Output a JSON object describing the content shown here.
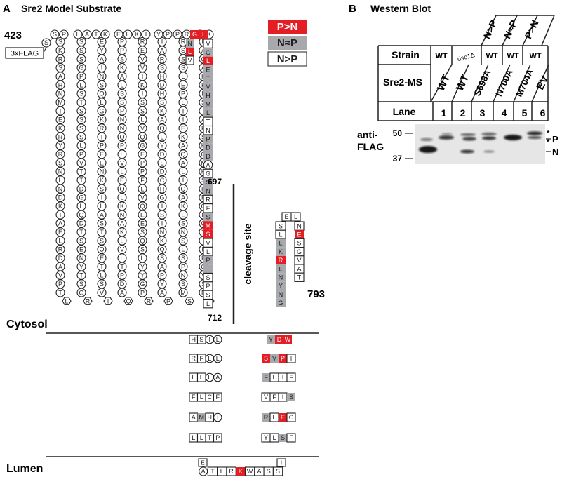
{
  "panel_a": {
    "letter": "A",
    "title": "Sre2 Model Substrate",
    "start_residue": "423",
    "tag": "3xFLAG",
    "residue_697": "697",
    "residue_712": "712",
    "residue_793": "793",
    "cleavage_label": "cleavage site",
    "cytosol_label": "Cytosol",
    "lumen_label": "Lumen",
    "legend": [
      {
        "label": "P>N",
        "color": "#e31e24",
        "text_color": "#ffffff"
      },
      {
        "label": "N≈P",
        "color": "#a7a9ac",
        "text_color": "#231f20"
      },
      {
        "label": "N>P",
        "color": "#ffffff",
        "text_color": "#231f20"
      }
    ],
    "colors": {
      "red": "#e31e24",
      "gray": "#a7a9ac"
    },
    "columns": [
      {
        "top": "SP",
        "residues": [
          "S",
          "K",
          "R",
          "S",
          "A",
          "H",
          "N",
          "M",
          "I",
          "E",
          "K",
          "R",
          "Y",
          "R",
          "S",
          "N",
          "L",
          "N",
          "D",
          "K",
          "I",
          "A",
          "E",
          "L",
          "R",
          "D",
          "A",
          "V",
          "P",
          "T"
        ],
        "bottom": "L"
      },
      {
        "top": "LA",
        "residues": [
          "S",
          "S",
          "S",
          "G",
          "P",
          "L",
          "S",
          "T",
          "S",
          "S",
          "S",
          "S",
          "L",
          "P",
          "V",
          "T",
          "T",
          "D",
          "G",
          "L",
          "Q",
          "D",
          "T",
          "S",
          "E",
          "N",
          "Y",
          "T",
          "S",
          "G"
        ],
        "bottom": "R"
      },
      {
        "top": "TK",
        "residues": [
          "E",
          "Y",
          "A",
          "I",
          "N",
          "S",
          "Q",
          "L",
          "G",
          "K",
          "R",
          "I",
          "P",
          "E",
          "E",
          "N",
          "K",
          "S",
          "I",
          "L",
          "A",
          "S",
          "T",
          "S",
          "Q",
          "E",
          "T",
          "L",
          "S",
          "V"
        ],
        "bottom": "I"
      },
      {
        "top": "EL",
        "residues": [
          "P",
          "P",
          "S",
          "K",
          "A",
          "L",
          "S",
          "S",
          "P",
          "N",
          "N",
          "Q",
          "P",
          "L",
          "V",
          "L",
          "E",
          "Q",
          "L",
          "K",
          "N",
          "A",
          "K",
          "L",
          "V",
          "L",
          "T",
          "P",
          "D",
          "A"
        ],
        "bottom": "Q"
      },
      {
        "top": "KI",
        "residues": [
          "R",
          "E",
          "V",
          "V",
          "I",
          "K",
          "I",
          "S",
          "S",
          "L",
          "V",
          "Q",
          "G",
          "E",
          "P",
          "P",
          "F",
          "L",
          "V",
          "Q",
          "E",
          "E",
          "S",
          "Q",
          "S",
          "L",
          "Y",
          "Y",
          "G",
          "P"
        ],
        "bottom": "R"
      },
      {
        "top": "YP",
        "residues": [
          "I",
          "A",
          "R",
          "S",
          "H",
          "D",
          "H",
          "S",
          "K",
          "A",
          "Q",
          "L",
          "Y",
          "D",
          "L",
          "D",
          "C",
          "H",
          "G",
          "I",
          "S",
          "I",
          "N",
          "K",
          "Q",
          "S",
          "A",
          "P",
          "Y",
          "A"
        ],
        "bottom": "P"
      },
      {
        "top": "PR",
        "residues": [
          "R",
          "S",
          "S",
          "S",
          "L",
          "E",
          "P",
          "L",
          "T",
          "I",
          "E",
          "K",
          "A",
          "Q",
          "A",
          "L",
          "I",
          "Q",
          "A",
          "K",
          "L",
          "S",
          "N",
          "S",
          "L",
          "S",
          "P",
          "N",
          "S",
          "M"
        ],
        "bottom": "S"
      },
      {
        "top": "LK",
        "residues": [
          "L",
          "A",
          "Q",
          "A",
          "K",
          "K",
          "L",
          "S",
          "T",
          "A",
          "P",
          "S",
          "H",
          "Q",
          "M",
          "H",
          "S",
          "K",
          "P",
          "G",
          "L",
          "Q",
          "Y",
          "I",
          "L",
          "P",
          "Q",
          "V",
          "S",
          "P"
        ],
        "bottom": "P"
      }
    ],
    "segment_list": [
      {
        "aa": "G",
        "c": "red"
      },
      {
        "aa": "L",
        "c": "red"
      },
      {
        "aa": "N",
        "c": "gray"
      },
      {
        "aa": "L",
        "c": "red"
      },
      {
        "aa": "V",
        "c": "white"
      },
      {
        "aa": "V",
        "c": "white"
      },
      {
        "aa": "G",
        "c": "gray"
      },
      {
        "aa": "L",
        "c": "red"
      },
      {
        "aa": "E",
        "c": "gray"
      },
      {
        "aa": "T",
        "c": "gray"
      },
      {
        "aa": "V",
        "c": "gray"
      },
      {
        "aa": "H",
        "c": "gray"
      },
      {
        "aa": "M",
        "c": "gray"
      },
      {
        "aa": "L",
        "c": "gray"
      },
      {
        "aa": "T",
        "c": "white"
      },
      {
        "aa": "N",
        "c": "white"
      },
      {
        "aa": "P",
        "c": "gray"
      },
      {
        "aa": "D",
        "c": "gray"
      },
      {
        "aa": "D",
        "c": "gray"
      },
      {
        "aa": "A",
        "c": "white"
      },
      {
        "aa": "G",
        "c": "white"
      },
      {
        "aa": "S",
        "c": "gray"
      },
      {
        "aa": "N",
        "c": "gray"
      },
      {
        "aa": "R",
        "c": "white"
      },
      {
        "aa": "F",
        "c": "white"
      },
      {
        "aa": "S",
        "c": "gray"
      },
      {
        "aa": "M",
        "c": "red"
      },
      {
        "aa": "S",
        "c": "red"
      },
      {
        "aa": "V",
        "c": "white"
      },
      {
        "aa": "L",
        "c": "white"
      },
      {
        "aa": "P",
        "c": "gray"
      },
      {
        "aa": "I",
        "c": "gray"
      },
      {
        "aa": "S",
        "c": "white"
      },
      {
        "aa": "P",
        "c": "white"
      },
      {
        "aa": "S",
        "c": "white"
      },
      {
        "aa": "L",
        "c": "white"
      }
    ],
    "right_loop": {
      "top": [
        {
          "aa": "E",
          "c": "white"
        },
        {
          "aa": "L",
          "c": "white"
        }
      ],
      "left": [
        {
          "aa": "S",
          "c": "white"
        },
        {
          "aa": "L",
          "c": "white"
        },
        {
          "aa": "L",
          "c": "gray"
        },
        {
          "aa": "K",
          "c": "gray"
        },
        {
          "aa": "R",
          "c": "red"
        },
        {
          "aa": "L",
          "c": "gray"
        },
        {
          "aa": "N",
          "c": "gray"
        },
        {
          "aa": "Y",
          "c": "gray"
        },
        {
          "aa": "N",
          "c": "gray"
        },
        {
          "aa": "G",
          "c": "gray"
        }
      ],
      "right": [
        {
          "aa": "N",
          "c": "white"
        },
        {
          "aa": "E",
          "c": "red"
        },
        {
          "aa": "S",
          "c": "white"
        },
        {
          "aa": "G",
          "c": "white"
        },
        {
          "aa": "V",
          "c": "white"
        },
        {
          "aa": "A",
          "c": "white"
        },
        {
          "aa": "T",
          "c": "white"
        }
      ]
    },
    "tm_left": [
      [
        {
          "aa": "H",
          "c": "white"
        },
        {
          "aa": "S",
          "c": "white"
        },
        {
          "aa": "I",
          "c": "white"
        },
        {
          "aa": "L",
          "c": "white"
        }
      ],
      [
        {
          "aa": "R",
          "c": "white"
        },
        {
          "aa": "F",
          "c": "white"
        },
        {
          "aa": "L",
          "c": "white"
        },
        {
          "aa": "L",
          "c": "white"
        }
      ],
      [
        {
          "aa": "L",
          "c": "white"
        },
        {
          "aa": "L",
          "c": "white"
        },
        {
          "aa": "L",
          "c": "white"
        },
        {
          "aa": "A",
          "c": "white"
        }
      ],
      [
        {
          "aa": "F",
          "c": "white"
        },
        {
          "aa": "L",
          "c": "white"
        },
        {
          "aa": "C",
          "c": "white"
        },
        {
          "aa": "F",
          "c": "white"
        }
      ],
      [
        {
          "aa": "A",
          "c": "white"
        },
        {
          "aa": "M",
          "c": "gray"
        },
        {
          "aa": "H",
          "c": "white"
        },
        {
          "aa": "I",
          "c": "white"
        }
      ],
      [
        {
          "aa": "L",
          "c": "white"
        },
        {
          "aa": "L",
          "c": "white"
        },
        {
          "aa": "T",
          "c": "white"
        },
        {
          "aa": "P",
          "c": "white"
        }
      ]
    ],
    "tm_right": [
      [
        {
          "aa": "Y",
          "c": "gray"
        },
        {
          "aa": "D",
          "c": "red"
        },
        {
          "aa": "W",
          "c": "red"
        }
      ],
      [
        {
          "aa": "S",
          "c": "red"
        },
        {
          "aa": "V",
          "c": "gray"
        },
        {
          "aa": "P",
          "c": "red"
        },
        {
          "aa": "I",
          "c": "white"
        }
      ],
      [
        {
          "aa": "F",
          "c": "gray"
        },
        {
          "aa": "L",
          "c": "white"
        },
        {
          "aa": "I",
          "c": "white"
        },
        {
          "aa": "F",
          "c": "white"
        }
      ],
      [
        {
          "aa": "V",
          "c": "white"
        },
        {
          "aa": "F",
          "c": "white"
        },
        {
          "aa": "I",
          "c": "white"
        },
        {
          "aa": "S",
          "c": "gray"
        }
      ],
      [
        {
          "aa": "R",
          "c": "gray"
        },
        {
          "aa": "L",
          "c": "white"
        },
        {
          "aa": "E",
          "c": "red"
        },
        {
          "aa": "C",
          "c": "white"
        }
      ],
      [
        {
          "aa": "Y",
          "c": "white"
        },
        {
          "aa": "L",
          "c": "white"
        },
        {
          "aa": "S",
          "c": "gray"
        },
        {
          "aa": "F",
          "c": "white"
        }
      ]
    ],
    "lumen_left": {
      "aa": "E",
      "c": "white"
    },
    "lumen_right": {
      "aa": "I",
      "c": "white"
    },
    "lumen_row": [
      {
        "aa": "A",
        "c": "white"
      },
      {
        "aa": "T",
        "c": "white"
      },
      {
        "aa": "L",
        "c": "white"
      },
      {
        "aa": "R",
        "c": "white"
      },
      {
        "aa": "K",
        "c": "red"
      },
      {
        "aa": "W",
        "c": "white"
      },
      {
        "aa": "A",
        "c": "white"
      },
      {
        "aa": "S",
        "c": "white"
      },
      {
        "aa": "S",
        "c": "white"
      }
    ]
  },
  "panel_b": {
    "letter": "B",
    "title": "Western Blot",
    "strain_label": "Strain",
    "construct_label": "Sre2-MS",
    "lane_label": "Lane",
    "top_headers": [
      "N>P",
      "N≈P",
      "P>N"
    ],
    "lanes": [
      {
        "number": "1",
        "strain": "WT",
        "construct": "WT"
      },
      {
        "number": "2",
        "strain": "WT",
        "construct": "WT"
      },
      {
        "number": "3",
        "strain": "dsc1Δ",
        "construct": "S698A"
      },
      {
        "number": "4",
        "strain": "WT",
        "construct": "N700A"
      },
      {
        "number": "5",
        "strain": "WT",
        "construct": "M704A"
      },
      {
        "number": "6",
        "strain": "WT",
        "construct": "EV"
      }
    ],
    "antibody_line1": "anti-",
    "antibody_line2": "FLAG",
    "marker_50": "50",
    "marker_37": "37",
    "star": "*",
    "band_p": "P",
    "band_n": "N"
  }
}
